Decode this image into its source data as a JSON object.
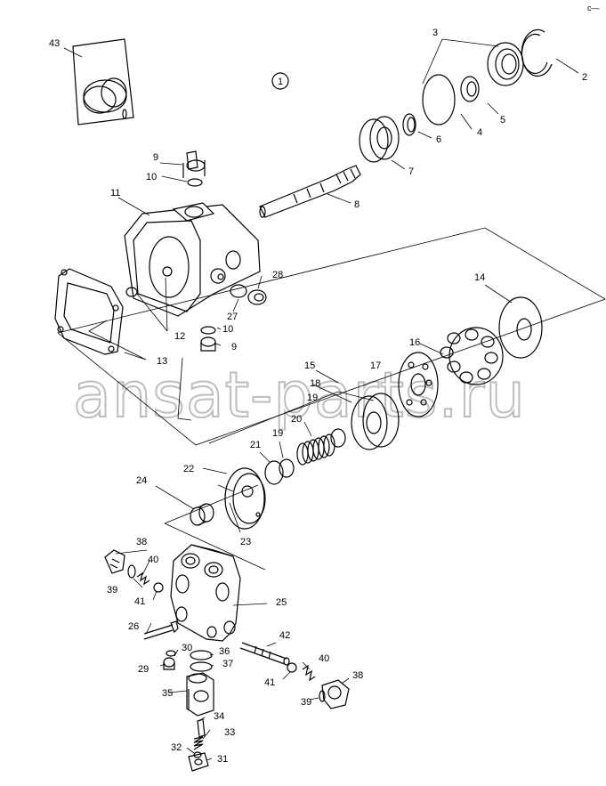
{
  "diagram": {
    "corner_mark": "c—",
    "watermark": "ansat-parts.ru",
    "callouts": [
      "1",
      "2",
      "3",
      "4",
      "5",
      "6",
      "7",
      "8",
      "9",
      "10",
      "11",
      "12",
      "13",
      "14",
      "15",
      "16",
      "17",
      "18",
      "19",
      "20",
      "21",
      "22",
      "23",
      "24",
      "25",
      "26",
      "27",
      "28",
      "29",
      "30",
      "31",
      "32",
      "33",
      "34",
      "35",
      "36",
      "37",
      "38",
      "39",
      "40",
      "41",
      "42",
      "43"
    ],
    "repeat_callouts": {
      "9b": "9",
      "10b": "10",
      "19b": "19",
      "38b": "38",
      "39b": "39",
      "40b": "40",
      "41b": "41"
    }
  }
}
